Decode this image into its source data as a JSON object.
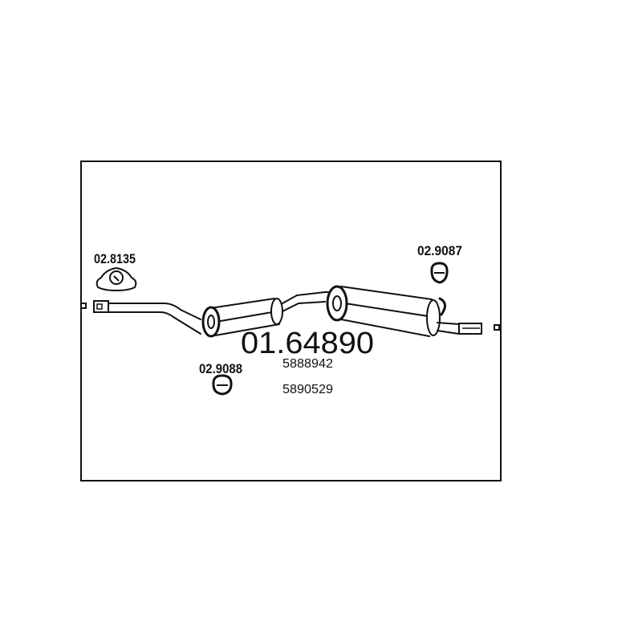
{
  "part_number": "01.64890",
  "oem_numbers": [
    "5888942",
    "5890529"
  ],
  "accessories": [
    {
      "code": "02.8135",
      "type": "mounting-bracket"
    },
    {
      "code": "02.9087",
      "type": "rubber-hanger"
    },
    {
      "code": "02.9088",
      "type": "rubber-hanger"
    }
  ]
}
